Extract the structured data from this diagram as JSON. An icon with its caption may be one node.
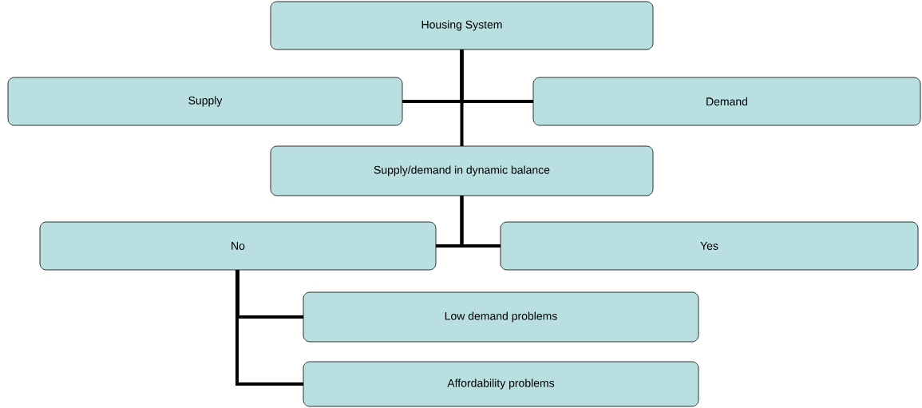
{
  "diagram": {
    "nodes": [
      {
        "text": [
          "Housing System"
        ]
      },
      {
        "text": [
          "Supply"
        ]
      },
      {
        "text": [
          "Demand"
        ]
      },
      {
        "text": [
          "Supply/demand in dynamic balance"
        ]
      },
      {
        "text": [
          "No"
        ]
      },
      {
        "text": [
          "Yes"
        ]
      },
      {
        "text": [
          "Low demand problems"
        ]
      },
      {
        "text": [
          "Affordability problems"
        ]
      }
    ],
    "edges": [
      {
        "from": 0,
        "to": 1,
        "arrow": "none"
      },
      {
        "from": 0,
        "to": 2,
        "arrow": "none"
      },
      {
        "from": 0,
        "to": 3,
        "arrow": "none"
      },
      {
        "from": 3,
        "to": 4,
        "arrow": "none"
      },
      {
        "from": 3,
        "to": 5,
        "arrow": "none"
      },
      {
        "from": 4,
        "to": 6,
        "arrow": "none"
      },
      {
        "from": 4,
        "to": 7,
        "arrow": "none"
      }
    ]
  }
}
